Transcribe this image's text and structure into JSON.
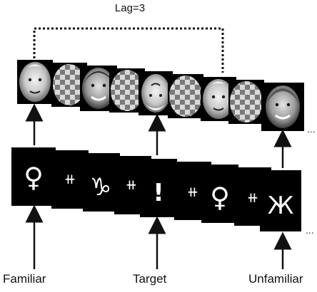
{
  "lag_label": "Lag=3",
  "bottom_labels": {
    "familiar": "Familiar",
    "target": "Target",
    "unfamiliar": "Unfamiliar"
  },
  "top_row": [
    {
      "kind": "face",
      "name": "face-marilyn-1",
      "desc": "familiar face (upright)"
    },
    {
      "kind": "checker",
      "name": "checkerboard-mask"
    },
    {
      "kind": "face",
      "name": "face-woman-smiling",
      "desc": "face"
    },
    {
      "kind": "checker",
      "name": "checkerboard-mask"
    },
    {
      "kind": "face",
      "name": "face-inverted-target",
      "desc": "inverted face target"
    },
    {
      "kind": "checker",
      "name": "checkerboard-mask"
    },
    {
      "kind": "face",
      "name": "face-marilyn-2",
      "desc": "familiar face repeat"
    },
    {
      "kind": "checker",
      "name": "checkerboard-mask"
    },
    {
      "kind": "face",
      "name": "face-unfamiliar",
      "desc": "unfamiliar face"
    }
  ],
  "bottom_row": [
    {
      "kind": "symbol",
      "glyph": "♀"
    },
    {
      "kind": "mask",
      "glyph": "⧺"
    },
    {
      "kind": "symbol",
      "glyph": "♑"
    },
    {
      "kind": "mask",
      "glyph": "⧺"
    },
    {
      "kind": "symbol",
      "glyph": "!"
    },
    {
      "kind": "mask",
      "glyph": "⧺"
    },
    {
      "kind": "symbol",
      "glyph": "♀"
    },
    {
      "kind": "mask",
      "glyph": "⧺"
    },
    {
      "kind": "symbol",
      "glyph": "Ж"
    }
  ],
  "continuation": "..."
}
